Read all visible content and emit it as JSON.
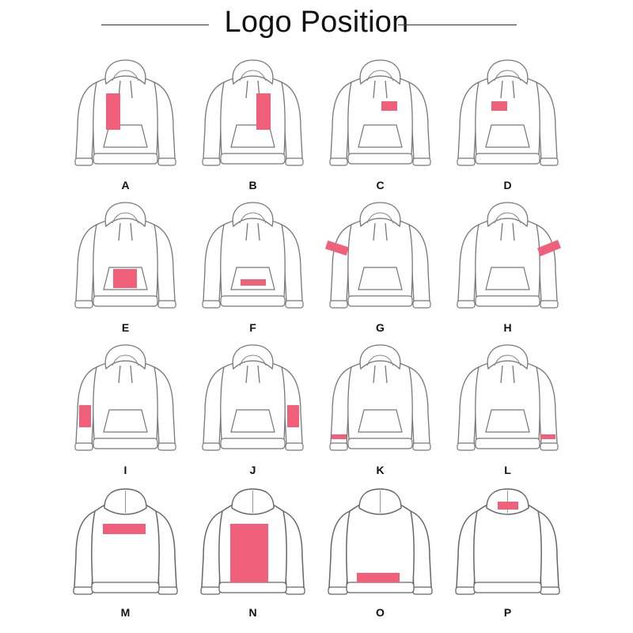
{
  "title": "Logo Position",
  "accent_color": "#f0607a",
  "positions": [
    {
      "label": "A",
      "view": "front",
      "icon": "hoodie-front-icon"
    },
    {
      "label": "B",
      "view": "front",
      "icon": "hoodie-front-icon"
    },
    {
      "label": "C",
      "view": "front",
      "icon": "hoodie-front-icon"
    },
    {
      "label": "D",
      "view": "front",
      "icon": "hoodie-front-icon"
    },
    {
      "label": "E",
      "view": "front",
      "icon": "hoodie-front-icon"
    },
    {
      "label": "F",
      "view": "front",
      "icon": "hoodie-front-icon"
    },
    {
      "label": "G",
      "view": "front",
      "icon": "hoodie-front-icon"
    },
    {
      "label": "H",
      "view": "front",
      "icon": "hoodie-front-icon"
    },
    {
      "label": "I",
      "view": "front",
      "icon": "hoodie-front-icon"
    },
    {
      "label": "J",
      "view": "front",
      "icon": "hoodie-front-icon"
    },
    {
      "label": "K",
      "view": "front",
      "icon": "hoodie-front-icon"
    },
    {
      "label": "L",
      "view": "front",
      "icon": "hoodie-front-icon"
    },
    {
      "label": "M",
      "view": "back",
      "icon": "hoodie-back-icon"
    },
    {
      "label": "N",
      "view": "back",
      "icon": "hoodie-back-icon"
    },
    {
      "label": "O",
      "view": "back",
      "icon": "hoodie-back-icon"
    },
    {
      "label": "P",
      "view": "back",
      "icon": "hoodie-back-icon"
    }
  ]
}
